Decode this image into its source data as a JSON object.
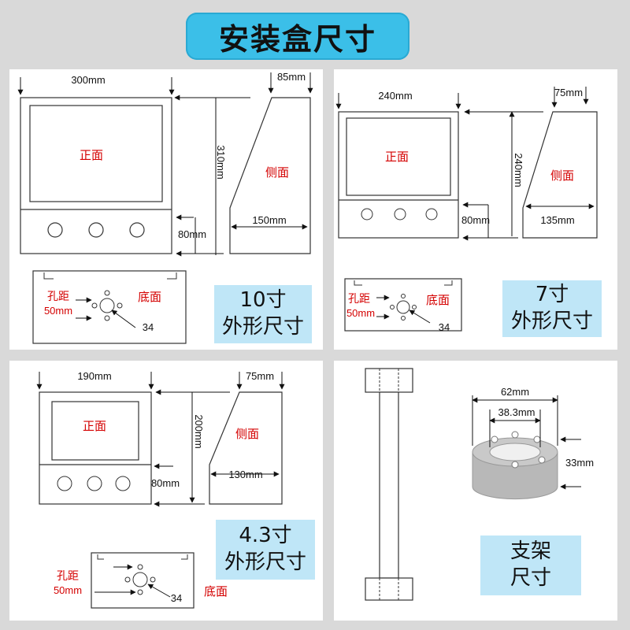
{
  "title": "安装盒尺寸",
  "panels": {
    "p10": {
      "width_dim": "300mm",
      "top_dim": "85mm",
      "height_dim": "310mm",
      "base_dim": "150mm",
      "lower_dim": "80mm",
      "front_label": "正面",
      "side_label": "侧面",
      "hole_label_1": "孔距",
      "hole_label_2": "50mm",
      "bottom_label": "底面",
      "center_dim": "34",
      "size_line1": "10寸",
      "size_line2": "外形尺寸"
    },
    "p7": {
      "width_dim": "240mm",
      "top_dim": "75mm",
      "height_dim": "240mm",
      "base_dim": "135mm",
      "lower_dim": "80mm",
      "front_label": "正面",
      "side_label": "侧面",
      "hole_label_1": "孔距",
      "hole_label_2": "50mm",
      "bottom_label": "底面",
      "center_dim": "34",
      "size_line1": "7寸",
      "size_line2": "外形尺寸"
    },
    "p43": {
      "width_dim": "190mm",
      "top_dim": "75mm",
      "height_dim": "200mm",
      "base_dim": "130mm",
      "lower_dim": "80mm",
      "front_label": "正面",
      "side_label": "侧面",
      "hole_label_1": "孔距",
      "hole_label_2": "50mm",
      "bottom_label": "底面",
      "center_dim": "34",
      "size_line1": "4.3寸",
      "size_line2": "外形尺寸"
    },
    "stand": {
      "outer_dim": "62mm",
      "inner_dim": "38.3mm",
      "height_dim": "33mm",
      "size_line1": "支架",
      "size_line2": "尺寸"
    }
  }
}
